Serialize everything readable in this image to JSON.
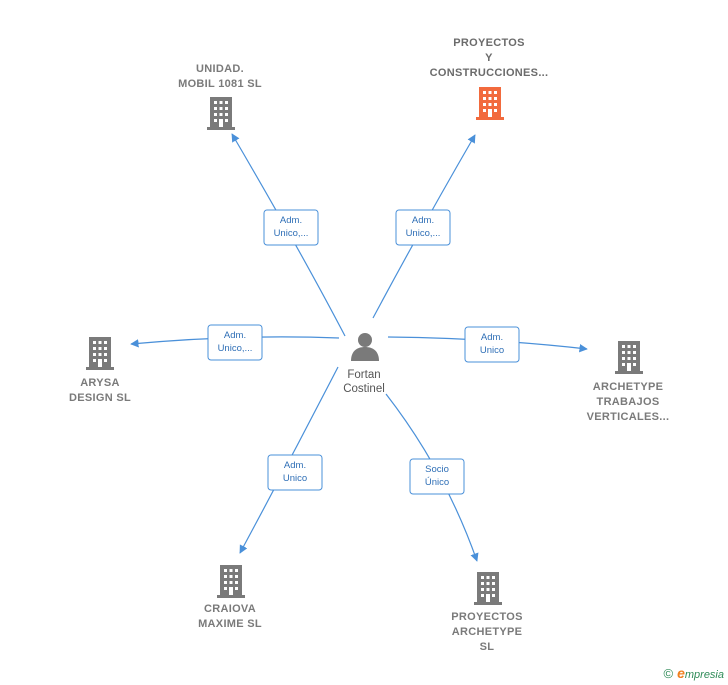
{
  "center": {
    "name_lines": [
      "Fortan",
      "Costinel"
    ],
    "icon": "person-icon",
    "color": "#7a7a7a"
  },
  "nodes": [
    {
      "id": "unidad",
      "name_lines": [
        "UNIDAD.",
        "MOBIL 1081  SL"
      ],
      "icon": "building-icon",
      "color": "#7a7a7a",
      "highlight": false,
      "edge_label": [
        "Adm.",
        "Unico,..."
      ],
      "edge_dir": "out"
    },
    {
      "id": "proyectos-construcciones",
      "name_lines": [
        "PROYECTOS",
        "Y",
        "CONSTRUCCIONES..."
      ],
      "icon": "building-icon",
      "color": "#f26a3d",
      "highlight": true,
      "edge_label": [
        "Adm.",
        "Unico,..."
      ],
      "edge_dir": "out"
    },
    {
      "id": "arysa",
      "name_lines": [
        "ARYSA",
        "DESIGN  SL"
      ],
      "icon": "building-icon",
      "color": "#7a7a7a",
      "highlight": false,
      "edge_label": [
        "Adm.",
        "Unico,..."
      ],
      "edge_dir": "out"
    },
    {
      "id": "archetype-trabajos",
      "name_lines": [
        "ARCHETYPE",
        "TRABAJOS",
        "VERTICALES..."
      ],
      "icon": "building-icon",
      "color": "#7a7a7a",
      "highlight": false,
      "edge_label": [
        "Adm.",
        "Unico"
      ],
      "edge_dir": "out"
    },
    {
      "id": "craiova",
      "name_lines": [
        "CRAIOVA",
        "MAXIME  SL"
      ],
      "icon": "building-icon",
      "color": "#7a7a7a",
      "highlight": false,
      "edge_label": [
        "Adm.",
        "Unico"
      ],
      "edge_dir": "out"
    },
    {
      "id": "proyectos-archetype",
      "name_lines": [
        "PROYECTOS",
        "ARCHETYPE",
        "SL"
      ],
      "icon": "building-icon",
      "color": "#7a7a7a",
      "highlight": false,
      "edge_label": [
        "Socio",
        "Único"
      ],
      "edge_dir": "out"
    }
  ],
  "footer": {
    "copyright_symbol": "©",
    "brand_initial": "e",
    "brand_rest": "mpresia"
  },
  "colors": {
    "edge": "#4a90d9",
    "label_text": "#2f6fb6",
    "highlight": "#f26a3d",
    "default": "#7a7a7a"
  }
}
